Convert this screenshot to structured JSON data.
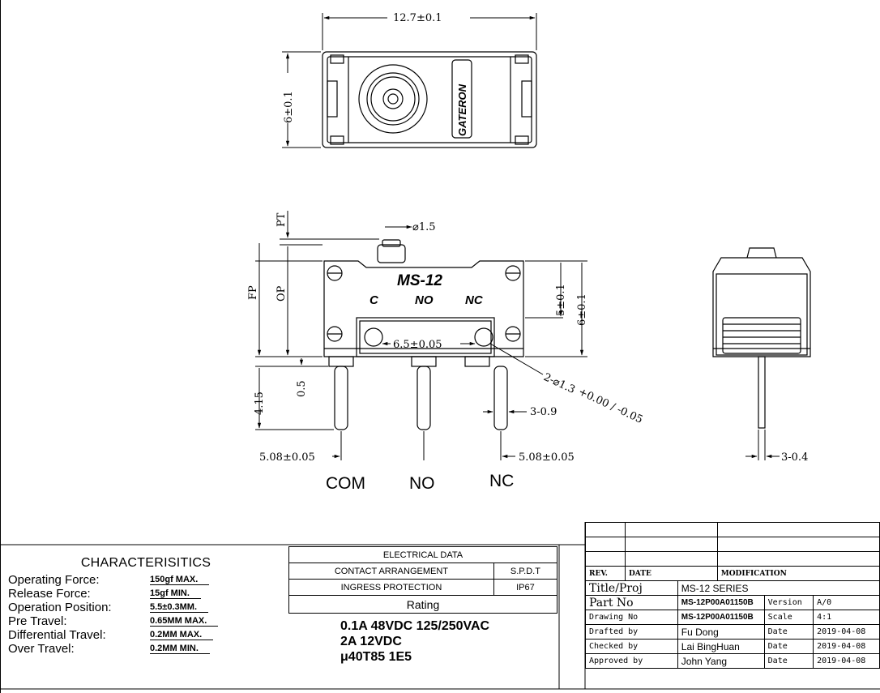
{
  "drawing": {
    "dimensions": {
      "top_width": "12.7±0.1",
      "top_height": "6±0.1",
      "plunger_dia": "⌀1.5",
      "pt": "PT",
      "fp": "FP",
      "op": "OP",
      "right_5": "5±0.1",
      "right_6": "6±0.1",
      "hole_spacing": "6.5±0.05",
      "hole_dia_label": "2-⌀1.3",
      "hole_dia_tol": "+0.00 / -0.05",
      "pin_length": "4.15",
      "pin_offset": "0.5",
      "pin_width": "3-0.9",
      "pitch_left": "5.08±0.05",
      "pitch_right": "5.08±0.05",
      "side_pin": "3-0.4"
    },
    "pins": [
      "COM",
      "NO",
      "NC"
    ],
    "body_logo": "MS-12",
    "body_pins": [
      "C",
      "NO",
      "NC"
    ],
    "brand": "GATERON"
  },
  "characteristics": {
    "title": "CHARACTERISITICS",
    "rows": [
      {
        "label": "Operating Force:",
        "value": "150gf MAX."
      },
      {
        "label": "Release Force:",
        "value": "15gf MIN."
      },
      {
        "label": "Operation Position:",
        "value": "5.5±0.3MM."
      },
      {
        "label": "Pre Travel:",
        "value": "0.65MM MAX."
      },
      {
        "label": "Differential Travel:",
        "value": "0.2MM MAX."
      },
      {
        "label": "Over Travel:",
        "value": "0.2MM MIN."
      }
    ]
  },
  "electrical": {
    "title": "ELECTRICAL DATA",
    "rows": [
      {
        "label": "CONTACT ARRANGEMENT",
        "value": "S.P.D.T"
      },
      {
        "label": "INGRESS PROTECTION",
        "value": "IP67"
      }
    ],
    "rating_label": "Rating",
    "rating_lines": [
      "0.1A 48VDC 125/250VAC",
      "2A 12VDC",
      "μ40T85 1E5"
    ]
  },
  "title_block": {
    "rev_label": "REV.",
    "date_label": "DATE",
    "modification_label": "MODIFICATION",
    "title_label": "Title/Proj",
    "title_value": "MS-12 SERIES",
    "part_label": "Part No",
    "part_value": "MS-12P00A01150B",
    "version_label": "Version",
    "version_value": "A/0",
    "drawing_label": "Drawing No",
    "drawing_value": "MS-12P00A01150B",
    "scale_label": "Scale",
    "scale_value": "4:1",
    "drafted_label": "Drafted by",
    "drafted_value": "Fu Dong",
    "checked_label": "Checked by",
    "checked_value": "Lai BingHuan",
    "approved_label": "Approved by",
    "approved_value": "John Yang",
    "date_field": "Date",
    "date_drafted": "2019-04-08",
    "date_checked": "2019-04-08",
    "date_approved": "2019-04-08"
  }
}
